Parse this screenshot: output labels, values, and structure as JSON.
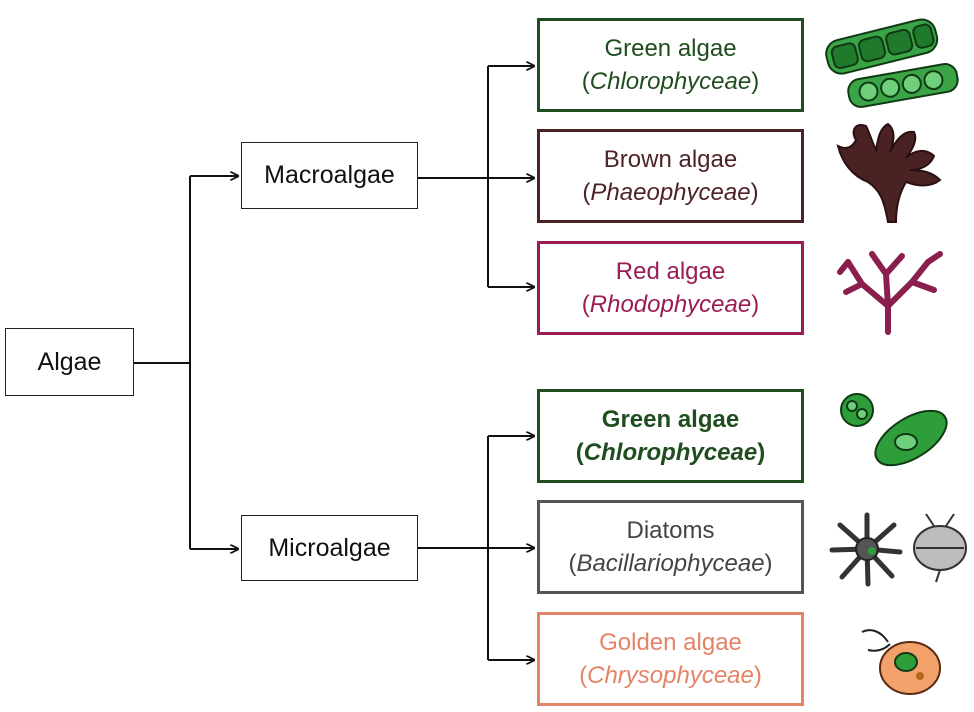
{
  "root": {
    "label": "Algae"
  },
  "groups": {
    "macro": {
      "label": "Macroalgae"
    },
    "micro": {
      "label": "Microalgae"
    }
  },
  "macro_classes": [
    {
      "common": "Green algae",
      "latin": "Chlorophyceae",
      "color": "#1f4d1f"
    },
    {
      "common": "Brown algae",
      "latin": "Phaeophyceae",
      "color": "#4e2326"
    },
    {
      "common": "Red algae",
      "latin": "Rhodophyceae",
      "color": "#9b1b55"
    }
  ],
  "micro_classes": [
    {
      "common": "Green algae",
      "latin": "Chlorophyceae",
      "color": "#1f4d1f"
    },
    {
      "common": "Diatoms",
      "latin": "Bacillariophyceae",
      "color": "#444444"
    },
    {
      "common": "Golden algae",
      "latin": "Chrysophyceae",
      "color": "#e48366"
    }
  ],
  "illustrations": [
    {
      "icon": "filamentous-green-algae-icon",
      "color": "#2e9e3a"
    },
    {
      "icon": "brown-kelp-icon",
      "color": "#4a2224"
    },
    {
      "icon": "branched-red-algae-icon",
      "color": "#8a1e4d"
    },
    {
      "icon": "green-microalgae-cells-icon",
      "color": "#2e9e3a"
    },
    {
      "icon": "diatom-cells-icon",
      "color": "#5b5b5b"
    },
    {
      "icon": "golden-flagellate-icon",
      "color": "#f2a16b"
    }
  ]
}
